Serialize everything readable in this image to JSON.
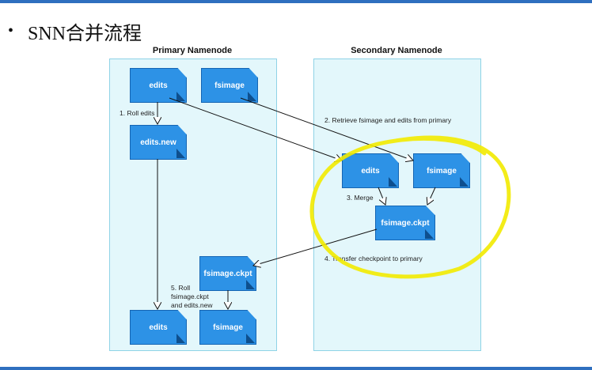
{
  "slide": {
    "bullet": "•",
    "title": "SNN合并流程"
  },
  "panels": {
    "primary_title": "Primary Namenode",
    "secondary_title": "Secondary Namenode"
  },
  "nodes": {
    "p_edits": "edits",
    "p_fsimage": "fsimage",
    "p_edits_new": "edits.new",
    "s_edits": "edits",
    "s_fsimage": "fsimage",
    "s_fsimage_ckpt": "fsimage.ckpt",
    "p_fsimage_ckpt": "fsimage.ckpt",
    "p_edits_final": "edits",
    "p_fsimage_final": "fsimage"
  },
  "steps": {
    "step1": "1. Roll edits",
    "step2": "2. Retrieve fsimage and edits from primary",
    "step3": "3. Merge",
    "step4": "4. Transfer checkpoint to primary",
    "step5_line1": "5. Roll",
    "step5_line2": "fsimage.ckpt",
    "step5_line3": "and edits.new"
  },
  "colors": {
    "node_fill": "#2d92e6",
    "panel_fill": "#e3f7fb",
    "highlight": "#f2ea00"
  }
}
